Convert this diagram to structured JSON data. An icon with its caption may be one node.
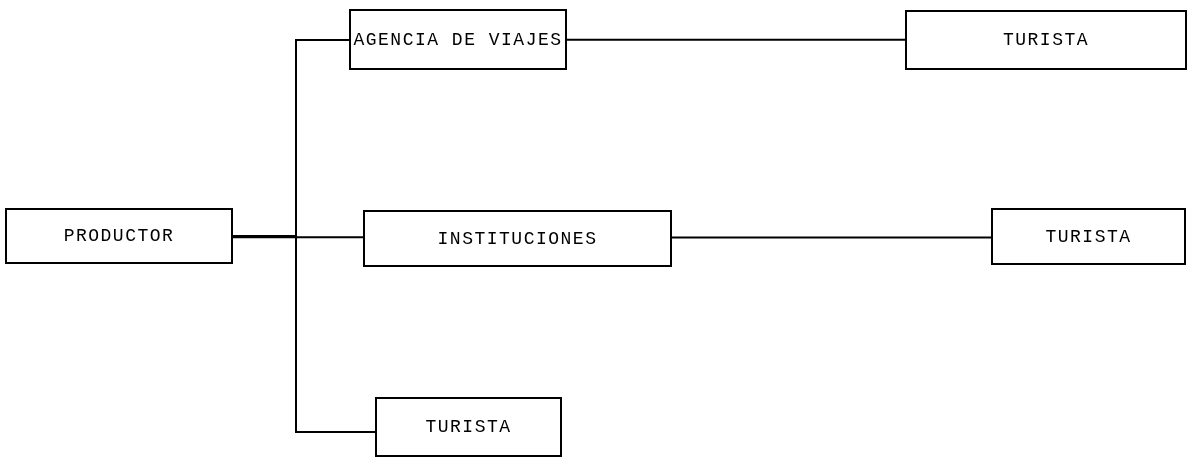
{
  "diagram": {
    "nodes": [
      {
        "text": [
          "PRODUCTOR"
        ]
      },
      {
        "text": [
          "AGENCIA DE VIAJES"
        ]
      },
      {
        "text": [
          "TURISTA"
        ]
      },
      {
        "text": [
          "INSTITUCIONES"
        ]
      },
      {
        "text": [
          "TURISTA"
        ]
      },
      {
        "text": [
          "TURISTA"
        ]
      }
    ],
    "edges": [
      {
        "from": 0,
        "to": 1,
        "arrow": "none"
      },
      {
        "from": 0,
        "to": 3,
        "arrow": "none"
      },
      {
        "from": 0,
        "to": 5,
        "arrow": "none"
      },
      {
        "from": 1,
        "to": 2,
        "arrow": "none"
      },
      {
        "from": 3,
        "to": 4,
        "arrow": "none"
      }
    ]
  }
}
